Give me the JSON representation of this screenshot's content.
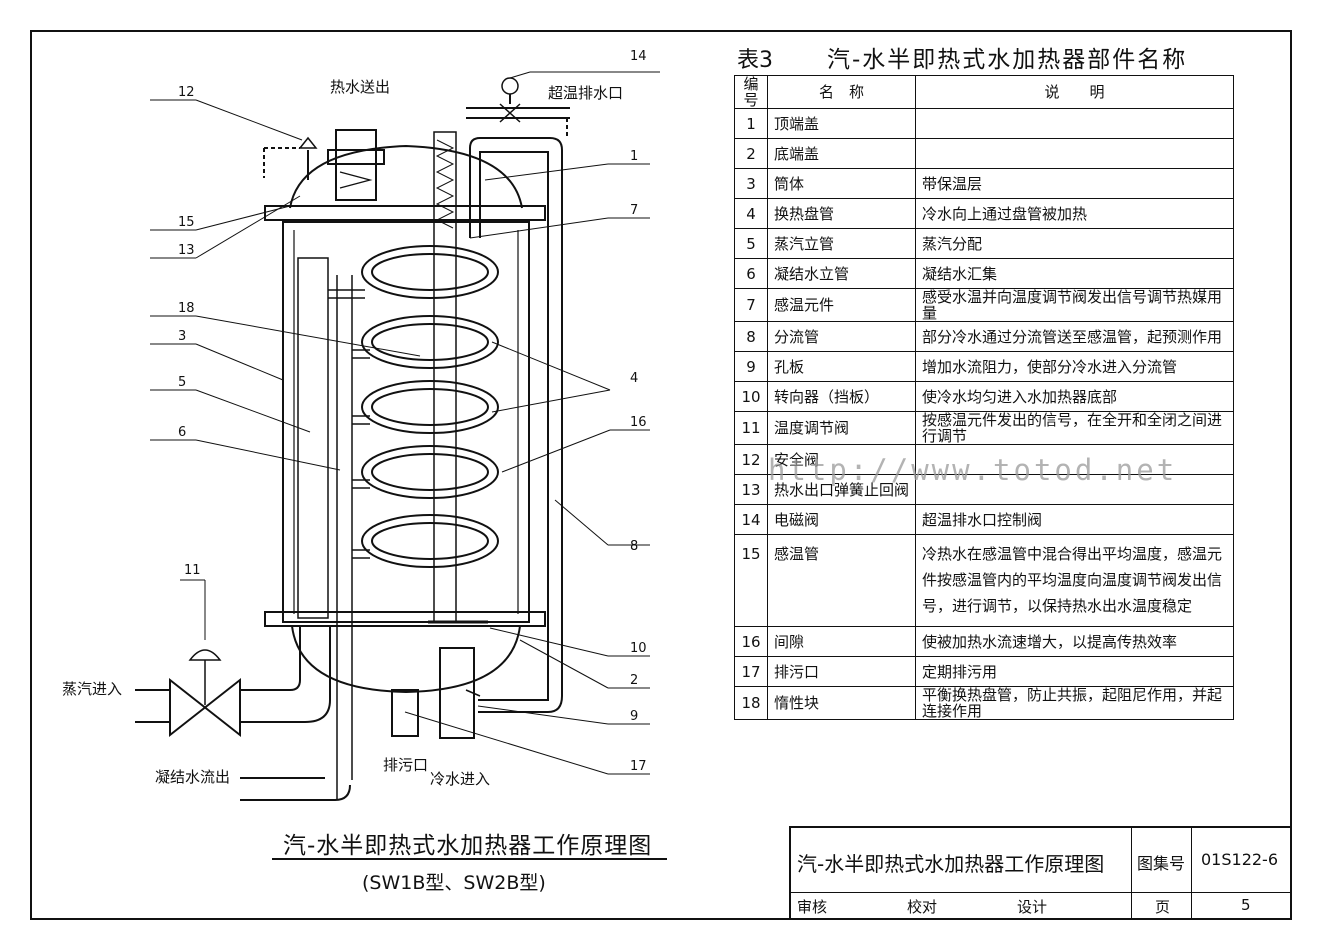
{
  "table": {
    "number": "表3",
    "title": "汽-水半即热式水加热器部件名称",
    "headers": [
      "编号",
      "名　称",
      "说　　明"
    ],
    "rows": [
      {
        "no": "1",
        "name": "顶端盖",
        "desc": ""
      },
      {
        "no": "2",
        "name": "底端盖",
        "desc": ""
      },
      {
        "no": "3",
        "name": "筒体",
        "desc": "带保温层"
      },
      {
        "no": "4",
        "name": "换热盘管",
        "desc": "冷水向上通过盘管被加热"
      },
      {
        "no": "5",
        "name": "蒸汽立管",
        "desc": "蒸汽分配"
      },
      {
        "no": "6",
        "name": "凝结水立管",
        "desc": "凝结水汇集"
      },
      {
        "no": "7",
        "name": "感温元件",
        "desc": "感受水温并向温度调节阀发出信号调节热媒用量"
      },
      {
        "no": "8",
        "name": "分流管",
        "desc": "部分冷水通过分流管送至感温管，起预测作用"
      },
      {
        "no": "9",
        "name": "孔板",
        "desc": "增加水流阻力，使部分冷水进入分流管"
      },
      {
        "no": "10",
        "name": "转向器（挡板）",
        "desc": "使冷水均匀进入水加热器底部"
      },
      {
        "no": "11",
        "name": "温度调节阀",
        "desc": "按感温元件发出的信号，在全开和全闭之间进行调节"
      },
      {
        "no": "12",
        "name": "安全阀",
        "desc": ""
      },
      {
        "no": "13",
        "name": "热水出口弹簧止回阀",
        "desc": ""
      },
      {
        "no": "14",
        "name": "电磁阀",
        "desc": "超温排水口控制阀"
      },
      {
        "no": "15",
        "name": "感温管",
        "desc": "冷热水在感温管中混合得出平均温度，感温元件按感温管内的平均温度向温度调节阀发出信号，进行调节，以保持热水出水温度稳定"
      },
      {
        "no": "16",
        "name": "间隙",
        "desc": "使被加热水流速增大，以提高传热效率"
      },
      {
        "no": "17",
        "name": "排污口",
        "desc": "定期排污用"
      },
      {
        "no": "18",
        "name": "惰性块",
        "desc": "平衡换热盘管，防止共振，起阻尼作用，并起连接作用"
      }
    ]
  },
  "drawing": {
    "labels": {
      "hot_out": "热水送出",
      "overtemp_drain": "超温排水口",
      "steam_in": "蒸汽进入",
      "condensate_out": "凝结水流出",
      "blowdown": "排污口",
      "cold_in": "冷水进入"
    },
    "callouts": [
      "1",
      "2",
      "3",
      "4",
      "5",
      "6",
      "7",
      "8",
      "9",
      "10",
      "11",
      "12",
      "13",
      "14",
      "15",
      "16",
      "17",
      "18"
    ],
    "caption": "汽-水半即热式水加热器工作原理图",
    "subcaption": "(SW1B型、SW2B型)"
  },
  "watermark": "http://www.totod.net",
  "title_block": {
    "name": "汽-水半即热式水加热器工作原理图",
    "atlas_label": "图集号",
    "atlas_no": "01S122-6",
    "review": "审核",
    "check": "校对",
    "design": "设计",
    "page_label": "页",
    "page_no": "5"
  }
}
